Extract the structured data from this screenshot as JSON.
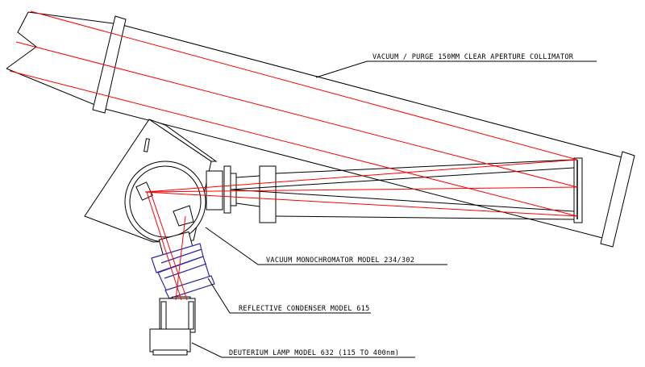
{
  "labels": {
    "collimator": "VACUUM / PURGE 150MM CLEAR APERTURE COLLIMATOR",
    "monochromator": "VACUUM MONOCHROMATOR MODEL 234/302",
    "condenser": "REFLECTIVE CONDENSER MODEL 615",
    "lamp": "DEUTERIUM LAMP MODEL 632 (115 TO 400nm)"
  },
  "colors": {
    "outline": "#000000",
    "beam": "#ff0000",
    "condenser": "#2a2aa8",
    "background": "#ffffff"
  }
}
